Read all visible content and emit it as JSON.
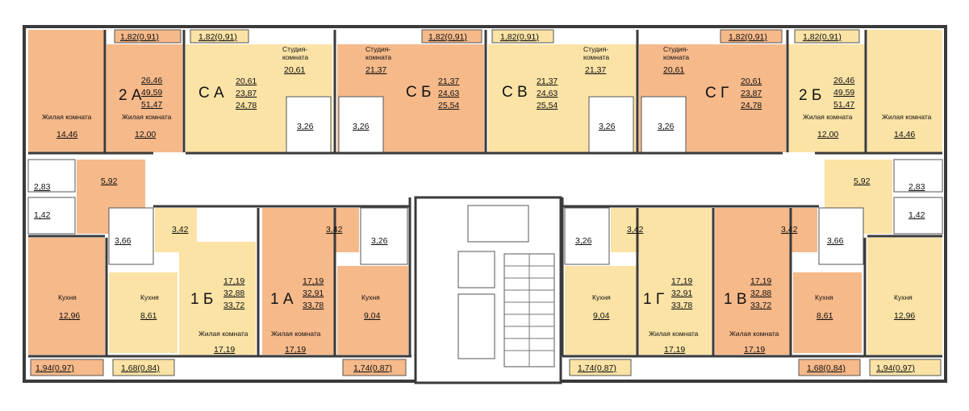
{
  "colors": {
    "peach": "#f6b98a",
    "light": "#fbe3a6",
    "wall": "#3a3a3a",
    "corridor": "#ffffff",
    "balcony": "#f6b98a"
  },
  "labels": {
    "living": "Жилая комната",
    "kitchen": "Кухня",
    "studio_l1": "Студия-",
    "studio_l2": "комната"
  },
  "apartments": {
    "a2A": {
      "code": "2 А",
      "a1": "26,46",
      "a2": "49,59",
      "a3": "51,47",
      "room1": "14,46",
      "room2": "12,00",
      "kitchen": "12,96",
      "corr": "5,92",
      "bath": "2,83",
      "wc": "1,42",
      "balcony": "1,82(0,91)",
      "balcony_k": "1,94(0,97)"
    },
    "aCA": {
      "code": "С А",
      "a1": "20,61",
      "a2": "23,87",
      "a3": "24,78",
      "studio": "20,61",
      "bath": "3,26",
      "balcony": "1,82(0,91)"
    },
    "aCB": {
      "code": "С Б",
      "a1": "21,37",
      "a2": "24,63",
      "a3": "25,54",
      "studio": "21,37",
      "bath": "3,26",
      "balcony": "1,82(0,91)"
    },
    "aCV": {
      "code": "С В",
      "a1": "21,37",
      "a2": "24,63",
      "a3": "25,54",
      "studio": "21,37",
      "bath": "3,26",
      "balcony": "1,82(0,91)"
    },
    "aCG": {
      "code": "С Г",
      "a1": "20,61",
      "a2": "23,87",
      "a3": "24,78",
      "studio": "20,61",
      "bath": "3,26",
      "balcony": "1,82(0,91)"
    },
    "a2B": {
      "code": "2 Б",
      "a1": "26,46",
      "a2": "49,59",
      "a3": "51,47",
      "room1": "12,00",
      "room2": "14,46",
      "kitchen": "12,96",
      "corr": "5,92",
      "bath": "2,83",
      "wc": "1,42",
      "balcony": "1,82(0,91)",
      "balcony_k": "1,94(0,97)"
    },
    "a1B": {
      "code": "1 Б",
      "a1": "17,19",
      "a2": "32,88",
      "a3": "33,72",
      "room": "17,19",
      "kitchen": "8,61",
      "corr": "3,42",
      "bath": "3,66",
      "balcony": "1,68(0,84)"
    },
    "a1A": {
      "code": "1 А",
      "a1": "17,19",
      "a2": "32,91",
      "a3": "33,78",
      "room": "17,19",
      "kitchen": "9,04",
      "corr": "3,42",
      "bath": "3,26",
      "balcony": "1,74(0,87)"
    },
    "a1G": {
      "code": "1 Г",
      "a1": "17,19",
      "a2": "32,91",
      "a3": "33,78",
      "room": "17,19",
      "kitchen": "9,04",
      "corr": "3,42",
      "bath": "3,26",
      "balcony": "1,74(0,87)"
    },
    "a1V": {
      "code": "1 В",
      "a1": "17,19",
      "a2": "32,88",
      "a3": "33,72",
      "room": "17,19",
      "kitchen": "8,61",
      "corr": "3,42",
      "bath": "3,66",
      "balcony": "1,68(0,84)"
    }
  }
}
